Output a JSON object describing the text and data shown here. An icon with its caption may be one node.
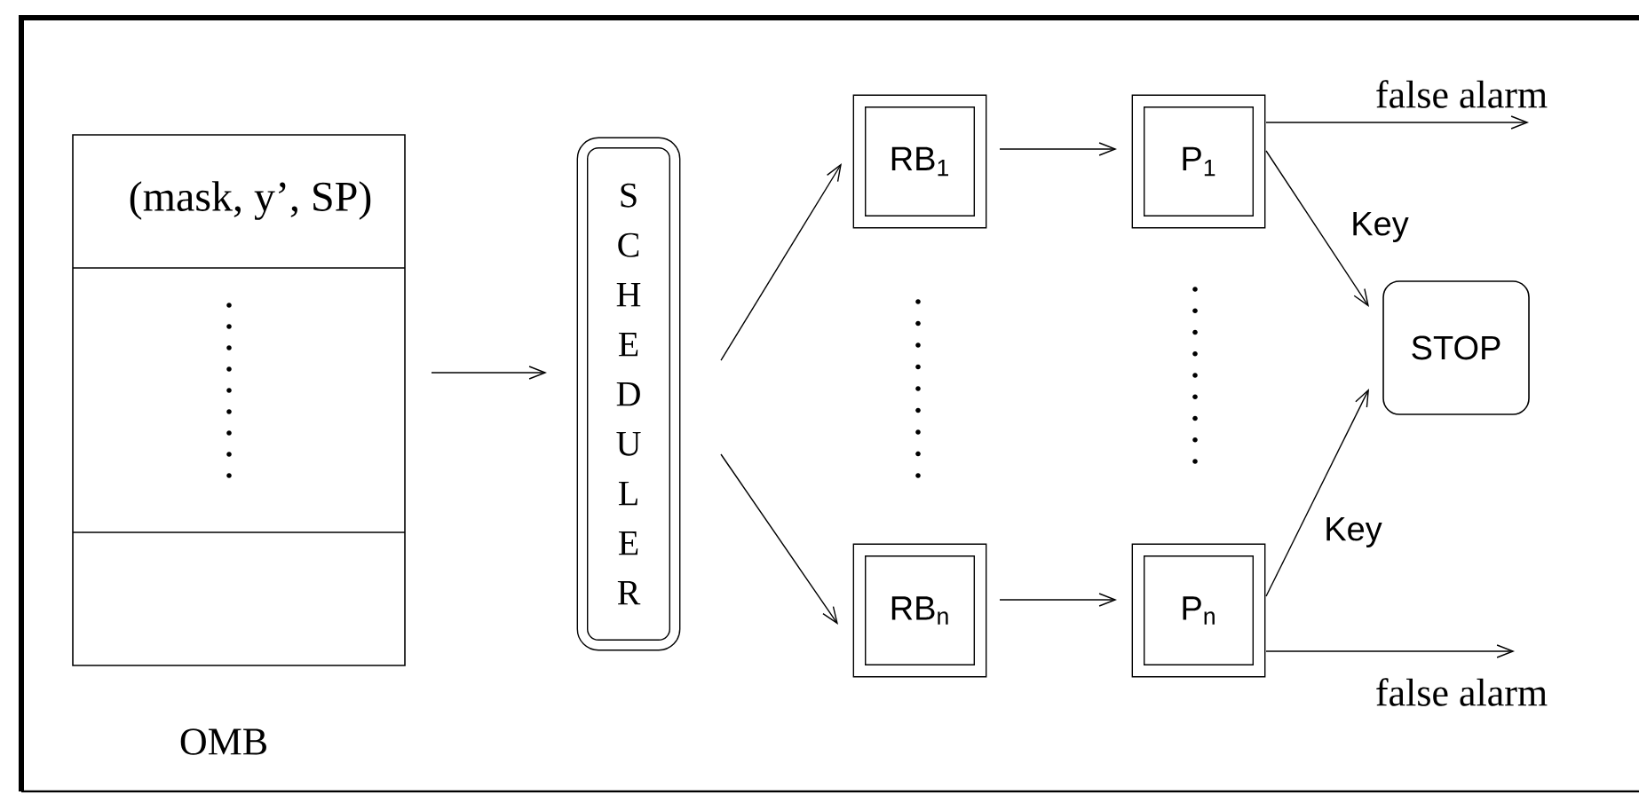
{
  "diagram": {
    "nodes": [
      {
        "text": [
          "(mask, y’, SP)"
        ],
        "beside": [
          "OMB"
        ]
      },
      {
        "text": [
          "SCHEDULER"
        ]
      },
      {
        "text": [
          "RB$_{1}$"
        ]
      },
      {
        "text": [
          "RB$_{n}$"
        ]
      },
      {
        "text": [
          "P$_{1}$"
        ]
      },
      {
        "text": [
          "P$_{n}$"
        ]
      },
      {
        "text": [
          "STOP"
        ]
      }
    ],
    "edges": [
      {
        "from": 0,
        "to": 1,
        "arrow": "to"
      },
      {
        "from": 1,
        "to": 2,
        "arrow": "to"
      },
      {
        "from": 1,
        "to": 3,
        "arrow": "to"
      },
      {
        "from": 2,
        "to": 4,
        "arrow": "to"
      },
      {
        "from": 3,
        "to": 5,
        "arrow": "to"
      },
      {
        "from": 4,
        "to": 6,
        "arrow": "to",
        "label": "Key"
      },
      {
        "from": 5,
        "to": 6,
        "arrow": "to",
        "label": "Key"
      },
      {
        "from": 4,
        "to": null,
        "arrow": "to",
        "label": "false alarm"
      },
      {
        "from": 5,
        "to": null,
        "arrow": "to",
        "label": "false alarm"
      }
    ]
  }
}
